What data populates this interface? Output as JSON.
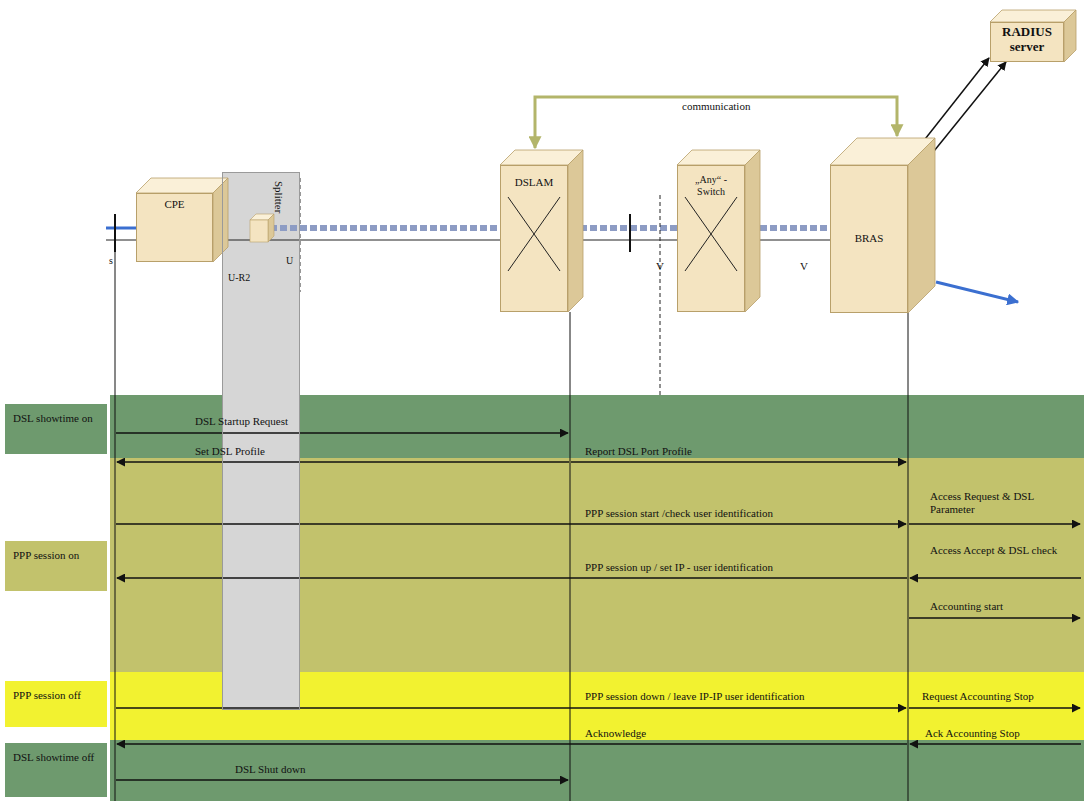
{
  "diagram": {
    "nodes": [
      {
        "text": [
          "CPE"
        ]
      },
      {
        "text": [
          "Splitter"
        ]
      },
      {
        "text": [
          "DSLAM"
        ]
      },
      {
        "text": [
          "„Any“ - Switch"
        ]
      },
      {
        "text": [
          "BRAS"
        ]
      },
      {
        "text": [
          "RADIUS server"
        ]
      },
      {
        "text": [
          "DSL showtime on"
        ]
      },
      {
        "text": [
          "PPP session on"
        ]
      },
      {
        "text": [
          "PPP session off"
        ]
      },
      {
        "text": [
          "DSL showtime off"
        ]
      }
    ],
    "edges": [
      {
        "from": 2,
        "to": 4,
        "label": "communication",
        "arrow": "both"
      },
      {
        "from": 4,
        "to": 5,
        "arrow": "to"
      },
      {
        "from": 4,
        "to": 5,
        "arrow": "to"
      },
      {
        "from": 0,
        "to": 2,
        "label": "DSL Startup Request",
        "arrow": "to"
      },
      {
        "from": 2,
        "to": 0,
        "label": "Set DSL Profile",
        "arrow": "to"
      },
      {
        "from": 2,
        "to": 4,
        "label": "Report DSL Port Profile",
        "arrow": "to"
      },
      {
        "from": 0,
        "to": 4,
        "label": "PPP session start /check user identification",
        "arrow": "to"
      },
      {
        "from": 4,
        "to": 5,
        "label": "Access Request & DSL Parameter",
        "arrow": "to"
      },
      {
        "from": 4,
        "to": 0,
        "label": "PPP session up / set IP - user identification",
        "arrow": "to"
      },
      {
        "from": 5,
        "to": 4,
        "label": "Access Accept & DSL check",
        "arrow": "to"
      },
      {
        "from": 4,
        "to": 5,
        "label": "Accounting start",
        "arrow": "to"
      },
      {
        "from": 0,
        "to": 4,
        "label": "PPP session down / leave IP-IP user identification",
        "arrow": "to"
      },
      {
        "from": 4,
        "to": 5,
        "label": "Request Accounting Stop",
        "arrow": "to"
      },
      {
        "from": 4,
        "to": 0,
        "label": "Acknowledge",
        "arrow": "to"
      },
      {
        "from": 5,
        "to": 4,
        "label": "Ack Accounting Stop",
        "arrow": "to"
      },
      {
        "from": 0,
        "to": 2,
        "label": "DSL Shut down",
        "arrow": "to"
      }
    ],
    "labels": [
      "s",
      "U-R2",
      "U",
      "V",
      "V"
    ]
  }
}
